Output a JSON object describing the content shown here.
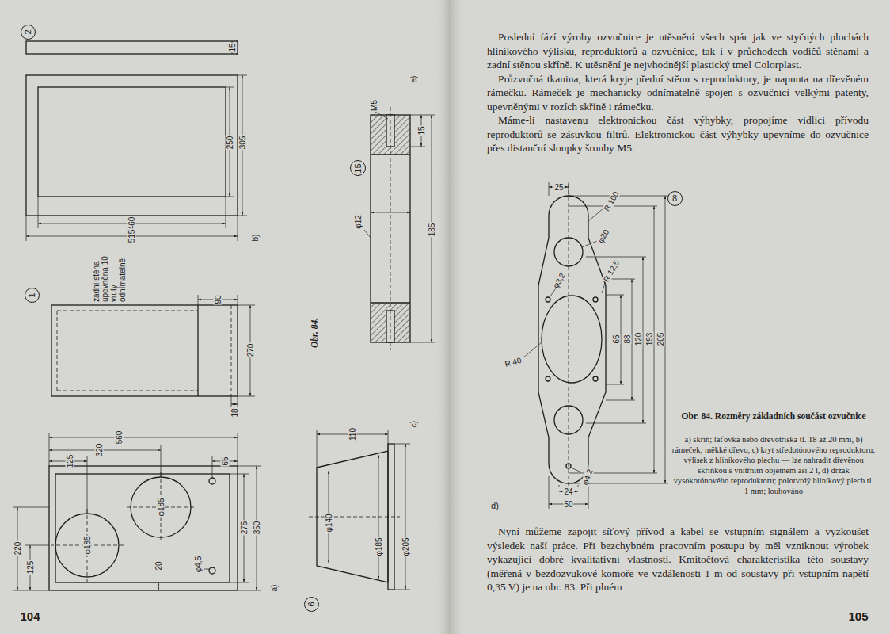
{
  "diagram": {
    "caption": "Obr. 84. Rozměry základních součást ozvučnice",
    "nodes": [
      {
        "text": [
          "2"
        ]
      },
      {
        "text": [
          "1"
        ]
      },
      {
        "text": [
          "15"
        ]
      },
      {
        "text": [
          "6"
        ]
      },
      {
        "text": [
          "8"
        ]
      }
    ],
    "labels": [
      "Poslední fází výroby ozvučnice je utěsnění všech spár jak ve styčných plochách hliníkového výlisku, reproduktorů a ozvučnice, tak i v průchodech vodičů stěnami a zadní stěnou skříně. K utěsnění je nejvhodnější plastický tmel Colorplast.",
      "Průzvučná tkanina, která kryje přední stěnu s reproduktory, je napnuta na dřevěném rámečku. Rámeček je mechanicky odnímatelně spojen s ozvučnicí velkými patenty, upevněnými v rozích skříně i rámečku.",
      "Máme-li nastavenu elektronickou část výhybky, propojíme vidlici přívodu reproduktorů se zásuvkou filtrů. Elektronickou část výhybky upevníme do ozvučnice přes distanční sloupky šrouby M5.",
      "a) skříň; laťovka nebo dřevotříska tl. 18 až 20 mm, b) rámeček; měkké dřevo, c) kryt středotónového reproduktoru; výlisek z hliníkového plechu — lze nahradit dřevěnou skříňkou s vnitřním objemem asi 2 l, d) držák vysokotónového reproduktoru; polotvrdý hliníkový plech tl. 1 mm; louhováno",
      "Nyní můžeme zapojit síťový přívod a kabel se vstupním signálem a vyzkoušet výsledek naší práce. Při bezchybném pracovním postupu by měl vzniknout výrobek vykazující dobré kvalitativní vlastnosti. Kmitočtová charakteristika této soustavy (měřená v bezdozvukové komoře ve vzdálenosti 1 m od soustavy při vstupním napětí 0,35 V) je na obr. 83. Při plném",
      "104",
      "105",
      "15",
      "250",
      "305",
      "460",
      "515",
      "b)",
      "zadní stěna upevněna 10 vruty odnímatelně",
      "90",
      "270",
      "18",
      "560",
      "320",
      "125",
      "65",
      "φ185",
      "φ185",
      "φ4,5",
      "220",
      "125",
      "20",
      "275",
      "350",
      "a)",
      "Obr. 84.",
      "e)",
      "M5",
      "15",
      "φ12",
      "185",
      "c)",
      "110",
      "φ140",
      "φ185",
      "φ205",
      "25",
      "R 100",
      "φ20",
      "φ3,2",
      "R 12,5",
      "R 40",
      "65",
      "88",
      "120",
      "193",
      "205",
      "φ4,2",
      "24",
      "50",
      "d)"
    ]
  }
}
